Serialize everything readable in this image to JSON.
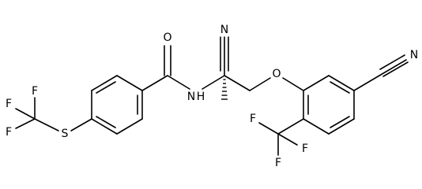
{
  "structure": {
    "atom_labels": {
      "oxygen_carbonyl": "O",
      "nitrogen_amide": "N",
      "hydrogen_amide": "H",
      "nitrogen_nitrile_top": "N",
      "oxygen_ether": "O",
      "nitrogen_nitrile_right": "N",
      "sulfur": "S",
      "fluorine_scf3_top_left": "F",
      "fluorine_scf3_top_right": "F",
      "fluorine_scf3_left": "F",
      "fluorine_cf3_left": "F",
      "fluorine_cf3_right": "F",
      "fluorine_cf3_bottom": "F"
    }
  },
  "colors": {
    "background": "#ffffff",
    "ink": "#000000"
  }
}
